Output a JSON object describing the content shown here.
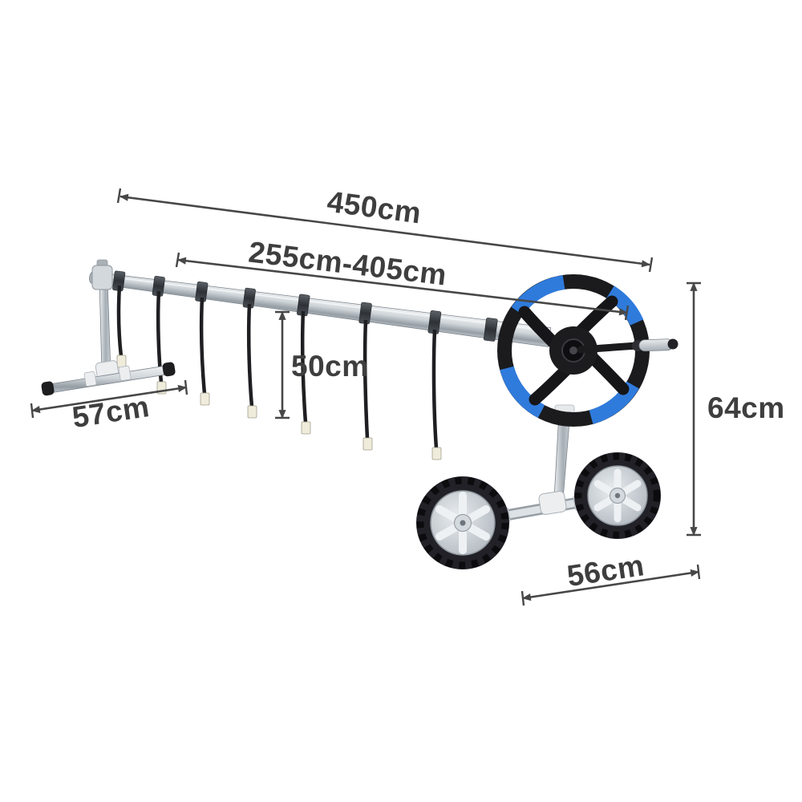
{
  "page": {
    "background_color": "#ffffff"
  },
  "diagram": {
    "product": "swimming pool cover roller reel with straps, hand wheel and trolley wheels",
    "dimension_labels": {
      "overall_length": "450cm",
      "adjustable_tube_length": "255cm-405cm",
      "strap_length": "50cm",
      "end_stand_base_width": "57cm",
      "overall_height": "64cm",
      "wheel_trolley_base_width": "56cm"
    },
    "colors": {
      "dimension_text": "#3e3e3e",
      "dimension_lines": "#474747",
      "accent_blue": "#2f7bdc",
      "wheel_black": "#1b1b1d",
      "tube_silver": "#c7ccd1",
      "strap_black": "#1f1f22",
      "strap_clip_ivory": "#efecdc"
    }
  }
}
